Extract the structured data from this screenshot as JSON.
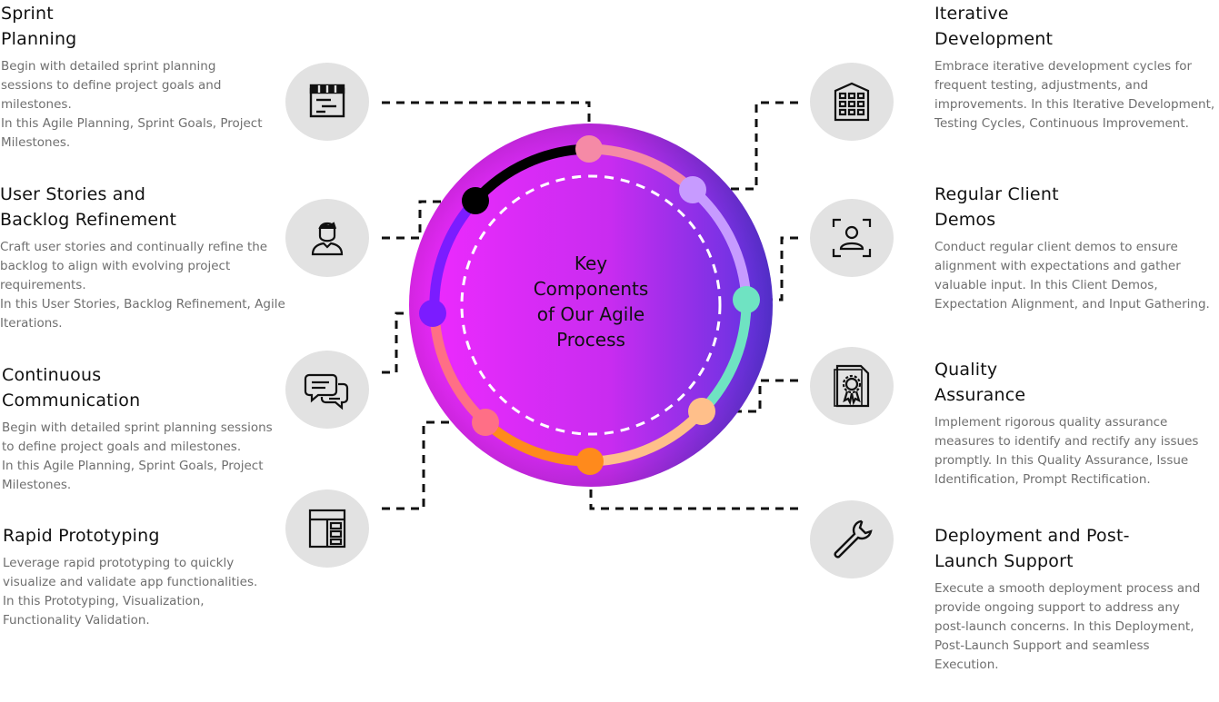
{
  "center_title": "Key\nComponents\nof Our Agile\nProcess",
  "items": {
    "sprint_planning": {
      "title": "Sprint\nPlanning",
      "description": "Begin with detailed sprint planning\nsessions to define project goals and\nmilestones.\nIn this Agile Planning, Sprint Goals, Project\nMilestones.",
      "icon": "kanban-board-icon"
    },
    "user_stories": {
      "title": "User Stories and\nBacklog Refinement",
      "description": "Craft user stories and continually refine the\nbacklog to align with evolving project\nrequirements.\nIn this User Stories, Backlog Refinement, Agile\nIterations.",
      "icon": "user-avatar-icon"
    },
    "continuous_communication": {
      "title": "Continuous\nCommunication",
      "description": "Begin with detailed sprint planning sessions\nto define project goals and milestones.\nIn this Agile Planning, Sprint Goals, Project\nMilestones.",
      "icon": "chat-bubbles-icon"
    },
    "rapid_prototyping": {
      "title": "Rapid Prototyping",
      "description": "Leverage rapid prototyping to quickly\nvisualize and validate app functionalities.\nIn this Prototyping, Visualization,\nFunctionality Validation.",
      "icon": "layout-wireframe-icon"
    },
    "iterative_development": {
      "title": "Iterative\nDevelopment",
      "description": "Embrace iterative development cycles for\nfrequent testing, adjustments, and\nimprovements. In this Iterative Development,\nTesting Cycles, Continuous Improvement.",
      "icon": "building-icon"
    },
    "client_demos": {
      "title": "Regular Client\nDemos",
      "description": "Conduct regular client demos to ensure\nalignment with expectations and gather\nvaluable input. In this Client Demos,\nExpectation Alignment, and Input Gathering.",
      "icon": "user-focus-icon"
    },
    "quality_assurance": {
      "title": "Quality\nAssurance",
      "description": "Implement rigorous quality assurance\nmeasures to identify and rectify any issues\npromptly. In this Quality Assurance, Issue\nIdentification, Prompt Rectification.",
      "icon": "certificate-icon"
    },
    "deployment": {
      "title": "Deployment and Post-\nLaunch Support",
      "description": "Execute a smooth deployment process and\nprovide ongoing support to address any\npost-launch concerns. In this Deployment,\nPost-Launch Support and seamless\nExecution.",
      "icon": "wrench-icon"
    }
  },
  "colors": {
    "ring_gradient_start": "#f02aff",
    "ring_gradient_mid": "#c92cf0",
    "ring_gradient_end": "#5b34e0",
    "icon_bg": "#e2e2e2",
    "arc_black": "#000000",
    "arc_pink": "#f58aa6",
    "arc_lavender": "#c79bff",
    "arc_mint": "#6fe3c2",
    "arc_peach": "#ffbf8a",
    "arc_orange": "#ff8a1c",
    "arc_coral": "#ff6f86",
    "arc_purple": "#7b1cff"
  }
}
